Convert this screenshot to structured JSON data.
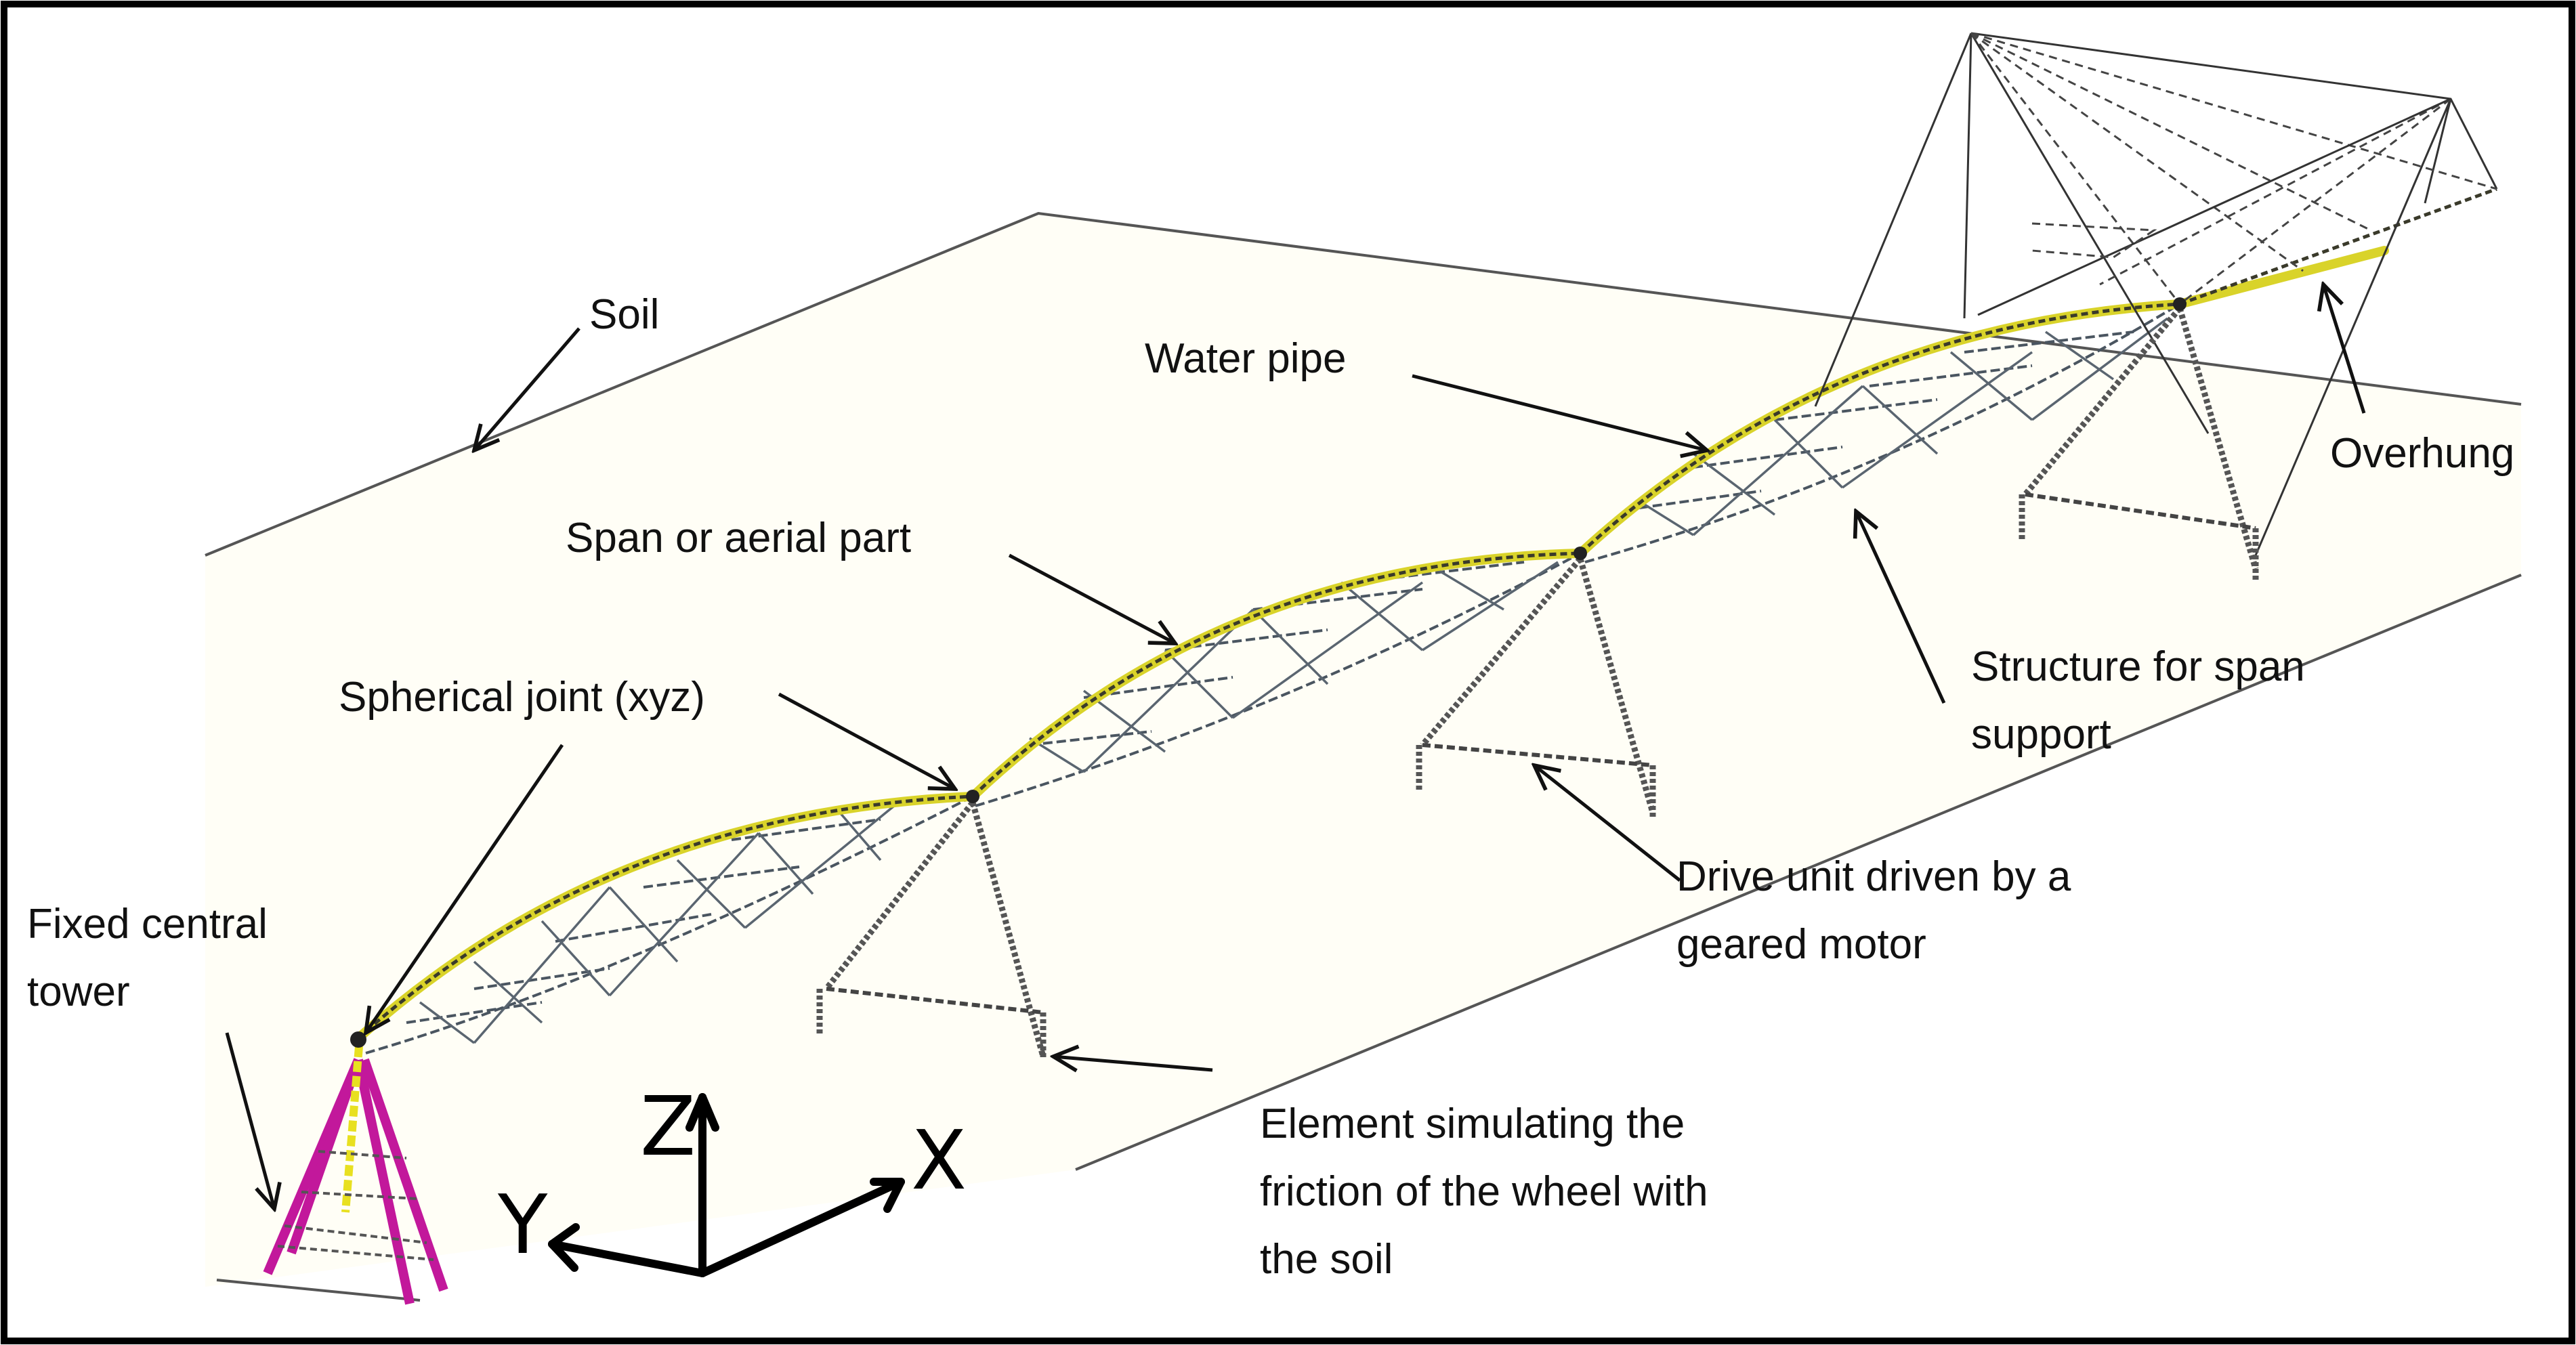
{
  "figure": {
    "description": "3D model of a center-pivot irrigation machine with labeled components",
    "colors": {
      "soil_fill": "#fffef6",
      "water_pipe": "#d9d32a",
      "central_tower": "#c2189b",
      "tower_column": "#e8e020",
      "frame": "#000000"
    },
    "labels": {
      "soil": "Soil",
      "water_pipe": "Water pipe",
      "span": "Span or aerial part",
      "spherical_joint": "Spherical joint (xyz)",
      "overhung": "Overhung",
      "structure_line1": "Structure for span",
      "structure_line2": "support",
      "drive_line1": "Drive unit driven by a",
      "drive_line2": "geared motor",
      "tower_line1": "Fixed central",
      "tower_line2": "tower",
      "element_line1": "Element simulating the",
      "element_line2": "friction of the wheel with",
      "element_line3": "the soil"
    },
    "axes": {
      "z": "Z",
      "y": "Y",
      "x": "X"
    }
  }
}
